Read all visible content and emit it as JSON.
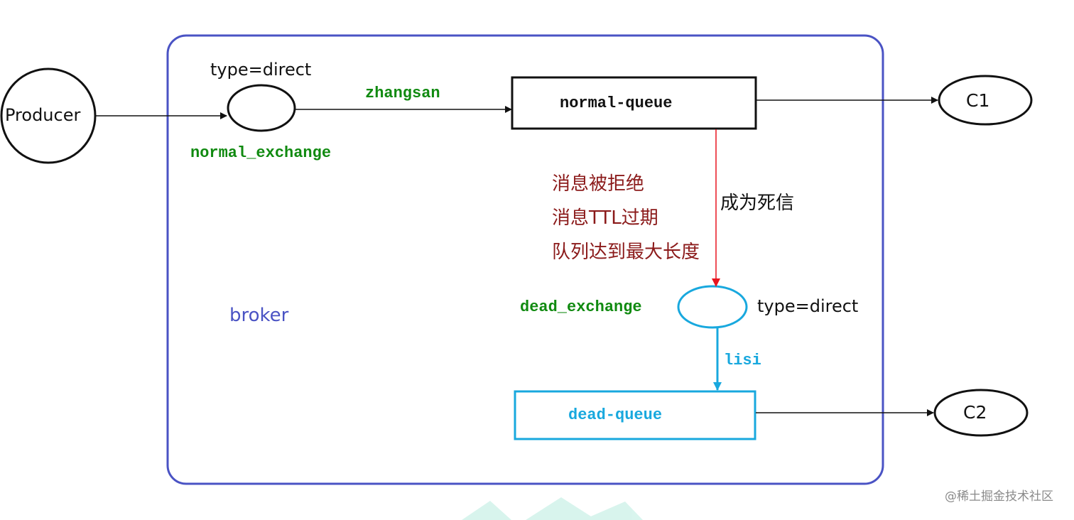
{
  "producer": {
    "label": "Producer"
  },
  "normal_exchange": {
    "name": "normal_exchange",
    "type_label": "type=direct"
  },
  "routing": {
    "normal_key": "zhangsan",
    "dead_key": "lisi"
  },
  "normal_queue": {
    "label": "normal-queue"
  },
  "dead_letter": {
    "arrow_label": "成为死信",
    "reasons": [
      "消息被拒绝",
      "消息TTL过期",
      "队列达到最大长度"
    ]
  },
  "dead_exchange": {
    "name": "dead_exchange",
    "type_label": "type=direct"
  },
  "dead_queue": {
    "label": "dead-queue"
  },
  "consumers": {
    "c1": "C1",
    "c2": "C2"
  },
  "broker": {
    "label": "broker"
  },
  "watermark": {
    "text": "@稀土掘金技术社区"
  },
  "colors": {
    "broker_border": "#4a53c4",
    "label_green": "#108a10",
    "dead_arrow": "#e8141e",
    "reason_text": "#8b1a1a",
    "dead_path": "#18a8de",
    "line": "#111111"
  }
}
